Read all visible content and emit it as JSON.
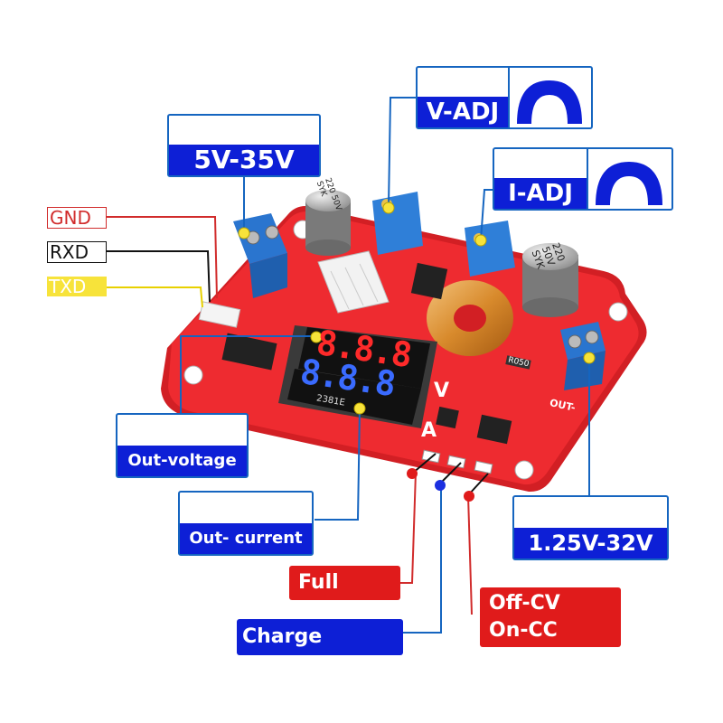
{
  "pins": {
    "gnd": "GND",
    "rxd": "RXD",
    "txd": "TXD"
  },
  "callouts": {
    "input_range": "5V-35V",
    "v_adj": "V-ADJ",
    "i_adj": "I-ADJ",
    "out_voltage": "Out-voltage",
    "out_current": "Out- current",
    "output_range": "1.25V-32V",
    "full": "Full",
    "charge": "Charge",
    "mode_line1": "Off-CV",
    "mode_line2": "On-CC"
  },
  "board": {
    "display_top": "8.8.8",
    "display_bottom": "8.8.8",
    "side_v": "V",
    "side_a": "A",
    "cap_left": "220 50V SYK",
    "cap_right": "220 50V SYK",
    "out_marker": "OUT-",
    "resistor": "R050",
    "chip_code": "2381E"
  },
  "colors": {
    "board": "#e8262b",
    "label_blue": "#0d1fd6",
    "label_red": "#e01b1b",
    "terminal": "#2f7fd8",
    "digit_red": "#ff2a2a",
    "digit_blue": "#3a6bff"
  }
}
